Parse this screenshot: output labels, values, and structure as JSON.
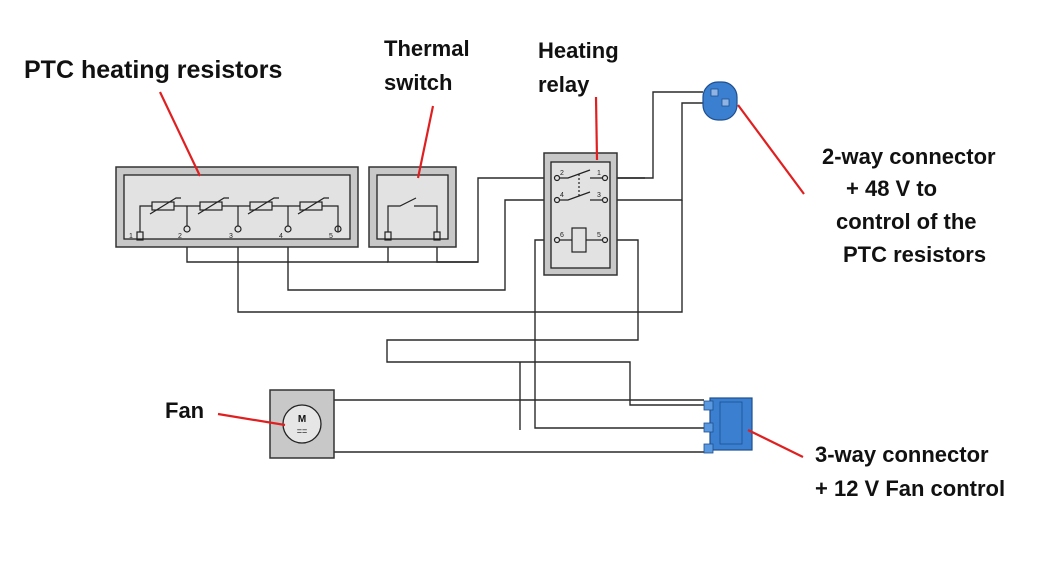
{
  "labels": {
    "ptc_resistors": "PTC heating resistors",
    "thermal_switch_line1": "Thermal",
    "thermal_switch_line2": "switch",
    "heating_relay_line1": "Heating",
    "heating_relay_line2": "relay",
    "two_way_line1": "2-way connector",
    "two_way_line2": "+ 48 V to",
    "two_way_line3": "control of the",
    "two_way_line4": "PTC resistors",
    "fan": "Fan",
    "three_way_line1": "3-way connector",
    "three_way_line2": "+ 12 V Fan control"
  },
  "ptc_terminals": [
    "1",
    "2",
    "3",
    "4",
    "5"
  ],
  "relay_terminals": [
    "2",
    "1",
    "4",
    "3",
    "6",
    "5"
  ],
  "motor_symbol": "M",
  "motor_dc_symbol": "==",
  "colors": {
    "pointer": "#e02020",
    "connector": "#3a7fd0",
    "box_fill": "#c8c8c8",
    "inner_fill": "#e2e2e2"
  }
}
